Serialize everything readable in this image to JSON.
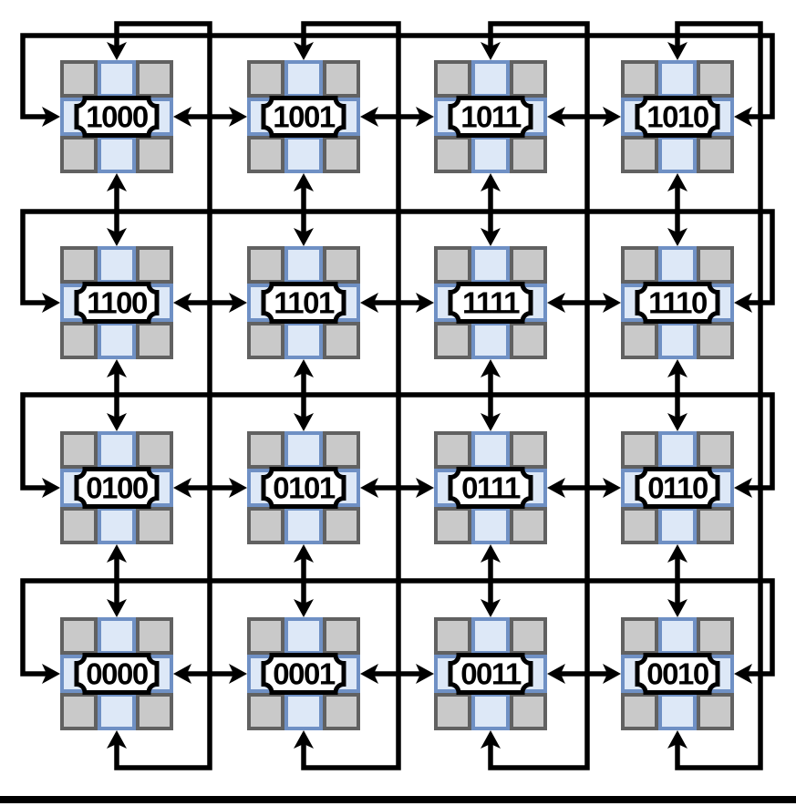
{
  "diagram": {
    "type": "4x4 torus interconnection network",
    "node_labels": [
      [
        "1000",
        "1001",
        "1011",
        "1010"
      ],
      [
        "1100",
        "1101",
        "1111",
        "1110"
      ],
      [
        "0100",
        "0101",
        "0111",
        "0110"
      ],
      [
        "0000",
        "0001",
        "0011",
        "0010"
      ]
    ],
    "link_style": "bidirectional arrows between orthogonal neighbors plus wraparound links on every row and column"
  },
  "colors": {
    "background": "#ffffff",
    "line": "#000000",
    "tile_gray_fill": "#c9c9c9",
    "tile_gray_border": "#616161",
    "tile_blue_fill": "#dde8f7",
    "tile_blue_border": "#6f90c4",
    "plaque_fill": "#ffffff",
    "plaque_border": "#000000",
    "label_text": "#000000",
    "bottom_bar": "#000000"
  }
}
